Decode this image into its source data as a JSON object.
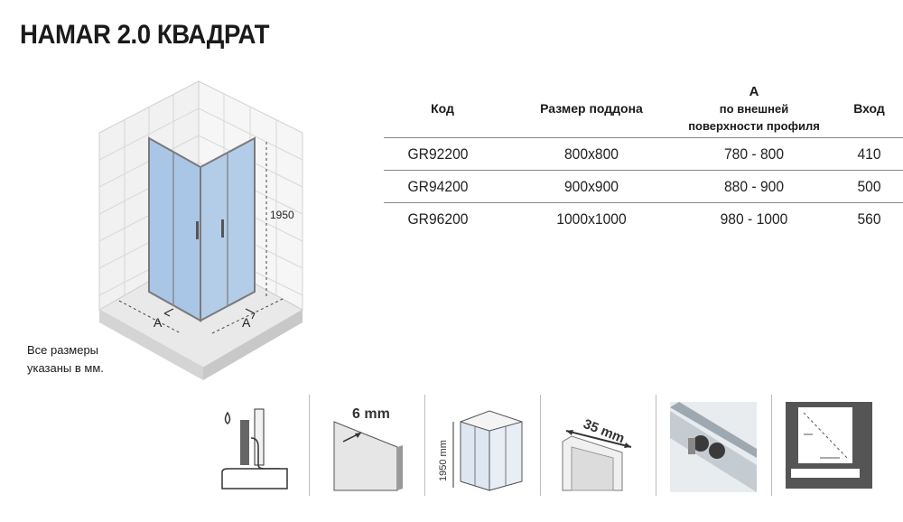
{
  "title": "HAMAR 2.0 КВАДРАТ",
  "diagram": {
    "height_label": "1950",
    "width_label_left": "A",
    "width_label_right": "A"
  },
  "note_line1": "Все размеры",
  "note_line2": "указаны в мм.",
  "table": {
    "headers": {
      "code": "Код",
      "tray": "Размер поддона",
      "a_letter": "A",
      "a_line2": "по внешней",
      "a_line3": "поверхности профиля",
      "entry": "Вход"
    },
    "rows": [
      {
        "code": "GR92200",
        "tray": "800x800",
        "a": "780 - 800",
        "entry": "410"
      },
      {
        "code": "GR94200",
        "tray": "900x900",
        "a": "880 - 900",
        "entry": "500"
      },
      {
        "code": "GR96200",
        "tray": "1000x1000",
        "a": "980 - 1000",
        "entry": "560"
      }
    ]
  },
  "features": {
    "glass_thickness": "6 mm",
    "height": "1950 mm",
    "profile_width": "35 mm"
  },
  "colors": {
    "glass": "#a9c6e6",
    "frame": "#7a7a7a",
    "tile": "#ececec",
    "pictogram_dark": "#555555"
  }
}
